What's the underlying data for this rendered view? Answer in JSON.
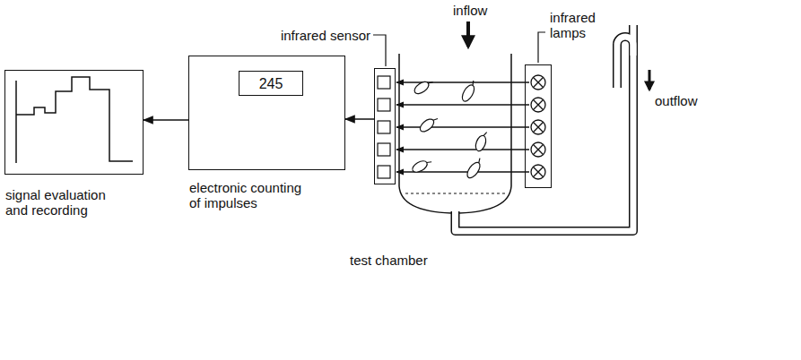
{
  "diagram": {
    "nodes": [
      {
        "text": [
          "signal evaluation and recording"
        ]
      },
      {
        "text": [
          "electronic counting of impulses"
        ]
      },
      {
        "text": [
          "245"
        ],
        "in": 1
      },
      {
        "text": [
          "infrared sensor"
        ]
      },
      {
        "text": [
          "test chamber"
        ]
      },
      {
        "text": [
          "infrared lamps"
        ]
      }
    ],
    "edges": [
      {
        "from": 3,
        "to": 1,
        "arrow": "to"
      },
      {
        "from": 1,
        "to": 0,
        "arrow": "to"
      }
    ],
    "labels": [
      "inflow",
      "outflow"
    ]
  }
}
